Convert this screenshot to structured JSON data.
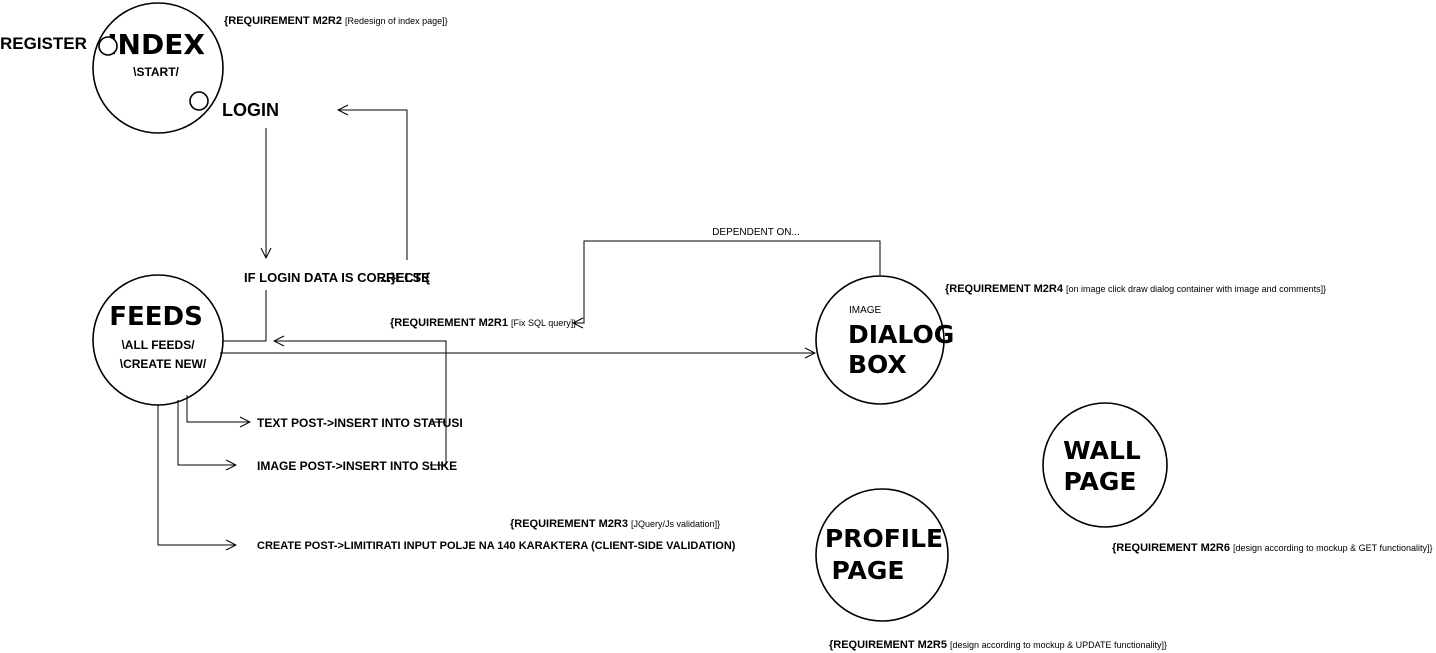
{
  "nodes": {
    "index": {
      "title": "INDEX",
      "subtitle": "\\START/"
    },
    "feeds": {
      "title": "FEEDS",
      "line1": "\\ALL FEEDS/",
      "line2": "\\CREATE NEW/"
    },
    "dialog": {
      "label_small": "IMAGE",
      "title1": "DIALOG",
      "title2": "BOX"
    },
    "wall": {
      "title1": "WALL",
      "title2": "PAGE"
    },
    "profile": {
      "title1": "PROFILE",
      "title2": "PAGE"
    }
  },
  "labels": {
    "register": "REGISTER",
    "login": "LOGIN",
    "if_login": "IF LOGIN DATA IS CORRECT {",
    "else": "...}ELSE",
    "dependent": "DEPENDENT ON...",
    "text_post": "TEXT POST->INSERT INTO STATUSI",
    "image_post": "IMAGE POST->INSERT INTO SLIKE",
    "create_post": "CREATE POST->LIMITIRATI  INPUT POLJE NA 140 KARAKTERA (CLIENT-SIDE VALIDATION)"
  },
  "requirements": {
    "m2r2": {
      "label": "{REQUIREMENT M2R2",
      "detail": "[Redesign of index page]}"
    },
    "m2r1": {
      "label": "{REQUIREMENT M2R1",
      "detail": "[Fix SQL query]}"
    },
    "m2r4": {
      "label": "{REQUIREMENT M2R4",
      "detail": "[on image click draw dialog container with image and comments]}"
    },
    "m2r3": {
      "label": "{REQUIREMENT M2R3",
      "detail": "[JQuery/Js validation]}"
    },
    "m2r6": {
      "label": "{REQUIREMENT M2R6",
      "detail": "[design according to mockup & GET functionality]}"
    },
    "m2r5": {
      "label": "{REQUIREMENT M2R5",
      "detail": "[design according to mockup & UPDATE functionality]}"
    }
  }
}
